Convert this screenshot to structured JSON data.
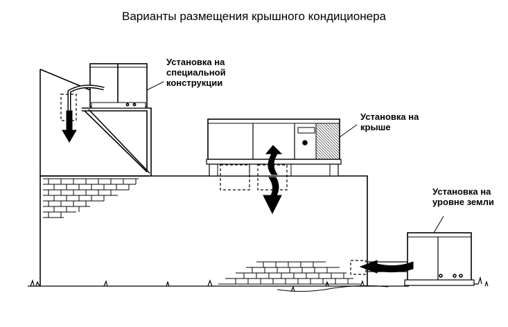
{
  "title": "Варианты размещения крышного кондиционера",
  "labels": {
    "special_structure": [
      "Установка на",
      "специальной",
      "конструкции"
    ],
    "roof": [
      "Установка на",
      "крыше"
    ],
    "ground": [
      "Установка на",
      "уровне земли"
    ]
  },
  "colors": {
    "ink": "#000000",
    "paper": "#ffffff"
  }
}
